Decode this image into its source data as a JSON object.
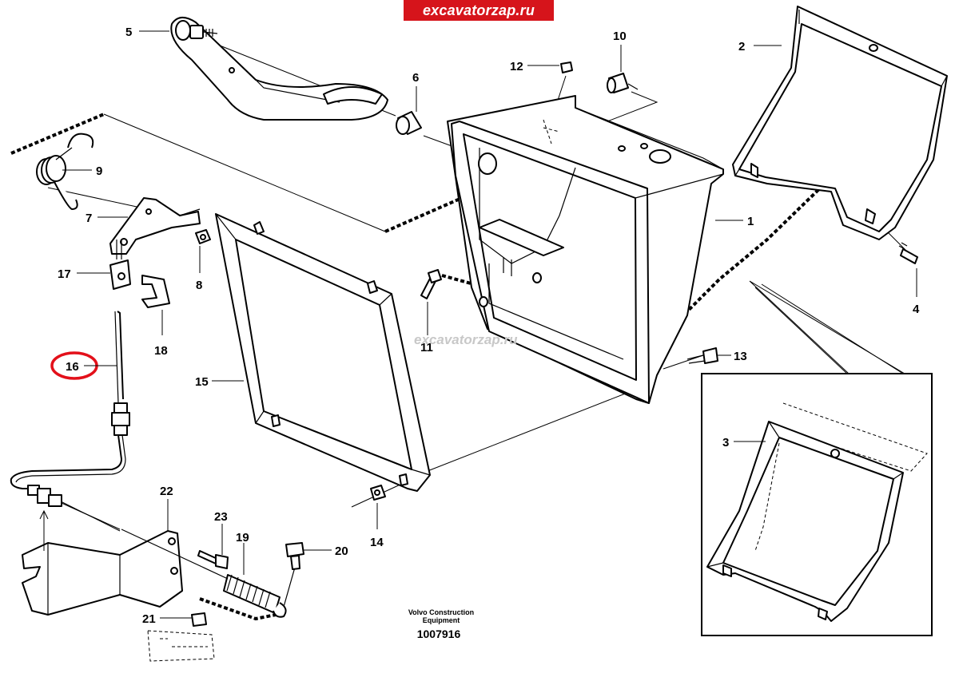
{
  "site": {
    "banner": "excavatorzap.ru",
    "watermark": "excavatorzap.ru"
  },
  "maker": {
    "line1": "Volvo Construction",
    "line2": "Equipment",
    "drawing_number": "1007916"
  },
  "callouts": {
    "c1": "1",
    "c2": "2",
    "c3": "3",
    "c4": "4",
    "c5": "5",
    "c6": "6",
    "c7": "7",
    "c8": "8",
    "c9": "9",
    "c10": "10",
    "c11": "11",
    "c12": "12",
    "c13": "13",
    "c14": "14",
    "c15": "15",
    "c16": "16",
    "c17": "17",
    "c18": "18",
    "c19": "19",
    "c20": "20",
    "c21": "21",
    "c22": "22",
    "c23": "23"
  },
  "highlight": {
    "callout": "16",
    "color": "#e3101a"
  },
  "colors": {
    "banner": "#d6141b",
    "line": "#000000",
    "watermark": "#c8c8c8"
  }
}
